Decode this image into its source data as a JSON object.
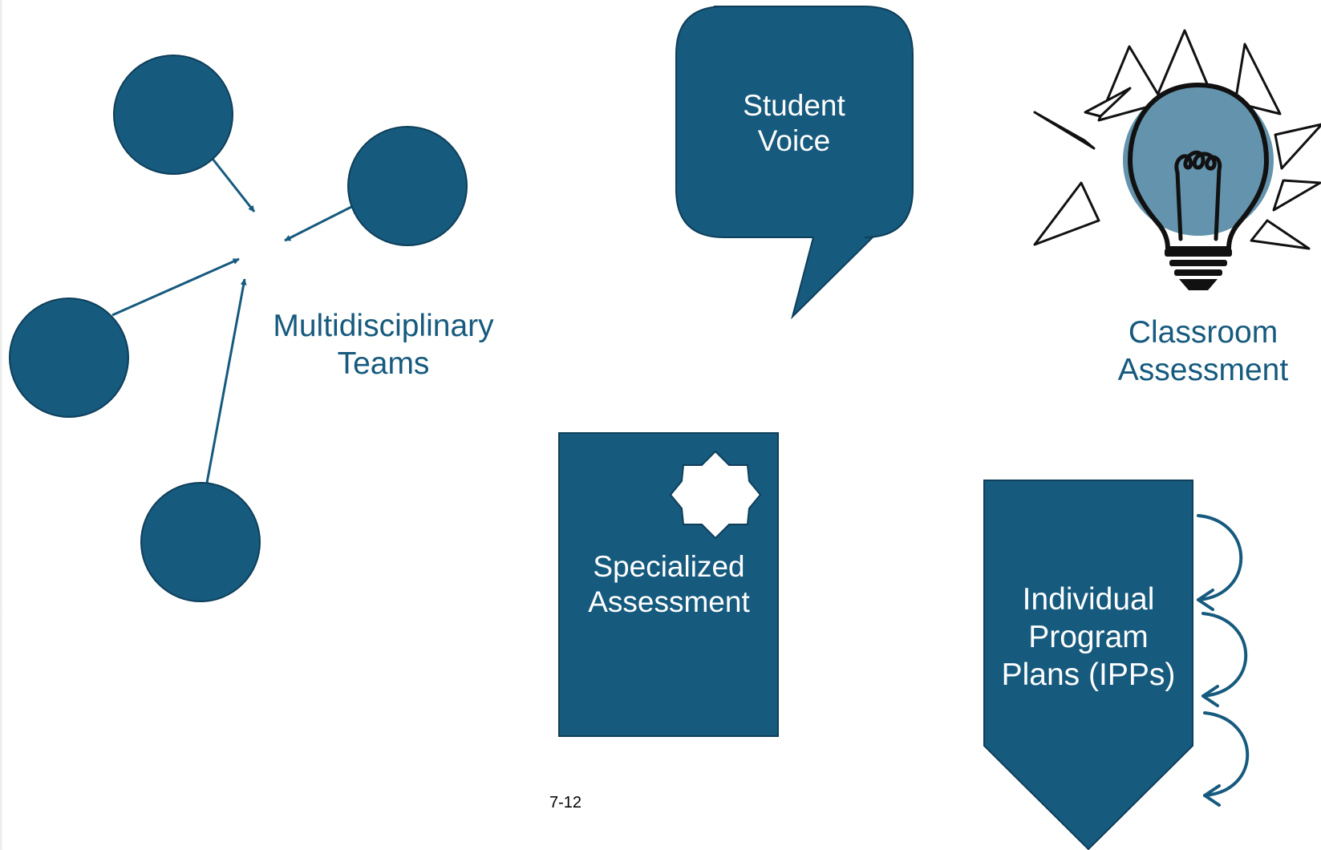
{
  "colors": {
    "primary": "#165a7e",
    "light_blue": "#6494ad",
    "outline_dark": "#0e3f5a",
    "white": "#ffffff",
    "black": "#000000"
  },
  "multidisciplinary_teams": {
    "line1": "Multidisciplinary",
    "line2": "Teams",
    "member_count": 4
  },
  "student_voice": {
    "line1": "Student",
    "line2": "Voice",
    "shape": "speech-bubble"
  },
  "classroom_assessment": {
    "line1": "Classroom",
    "line2": "Assessment",
    "icon": "lightbulb-icon"
  },
  "specialized_assessment": {
    "line1": "Specialized",
    "line2": "Assessment",
    "icon": "badge-seal-icon"
  },
  "individual_program_plans": {
    "line1": "Individual",
    "line2": "Program",
    "line3": "Plans (IPPs)",
    "shape": "pentagon-arrow-down",
    "cycle_arrow_count": 3
  },
  "page_number": "7-12"
}
